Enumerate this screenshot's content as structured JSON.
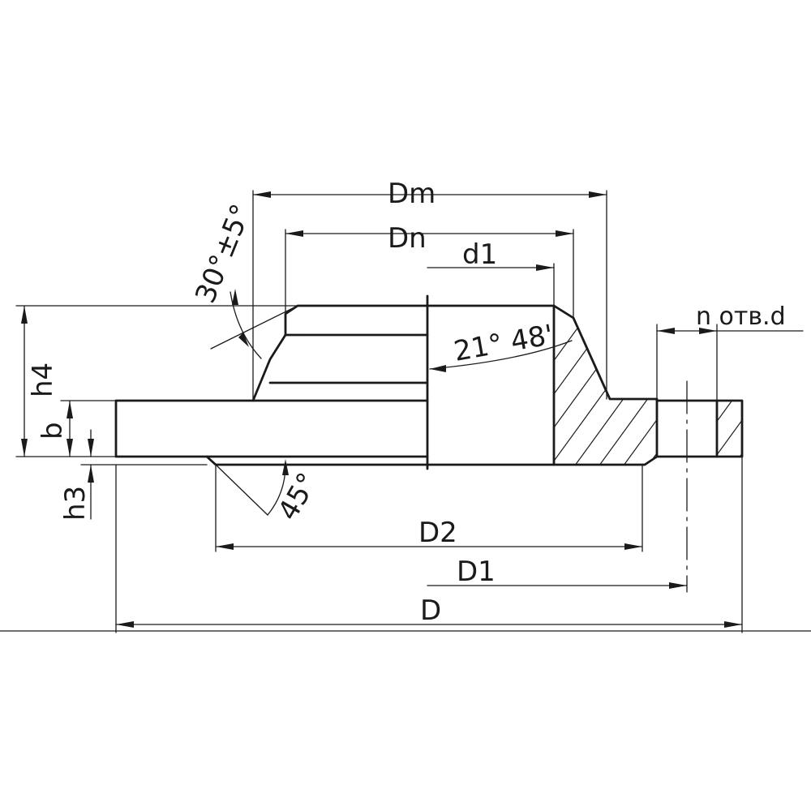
{
  "labels": {
    "Dm": "Dm",
    "Dn": "Dn",
    "d1": "d1",
    "angle_top": "30°±5°",
    "angle_bore": "21° 48'",
    "n_holes": "n отв.d",
    "h4": "h4",
    "b": "b",
    "h3": "h3",
    "angle_bottom": "45°",
    "D2": "D2",
    "D1": "D1",
    "D": "D"
  }
}
